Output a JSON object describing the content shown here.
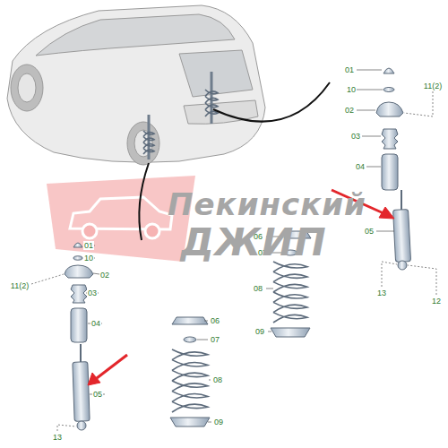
{
  "diagram": {
    "labels": [
      "01",
      "10",
      "11(2)",
      "02",
      "03",
      "04",
      "05",
      "06",
      "07",
      "08",
      "09",
      "13",
      "12",
      "01",
      "10",
      "02",
      "11(2)",
      "03",
      "04",
      "05",
      "13",
      "06",
      "07",
      "08",
      "09",
      "Пекинский",
      "ДЖИП"
    ]
  }
}
